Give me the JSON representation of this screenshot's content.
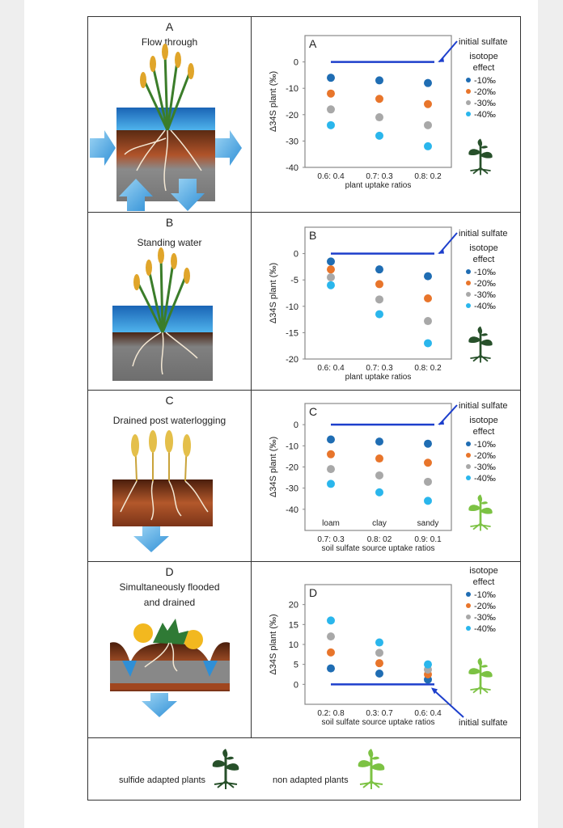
{
  "panels": [
    {
      "id": "A",
      "title": "Flow through",
      "title2": ""
    },
    {
      "id": "B",
      "title": "Standing water",
      "title2": ""
    },
    {
      "id": "C",
      "title": "Drained post waterlogging",
      "title2": ""
    },
    {
      "id": "D",
      "title": "Simultaneously flooded",
      "title2": "and drained"
    }
  ],
  "legend_row": {
    "adapted": "sulfide adapted plants",
    "non_adapted": "non adapted  plants"
  },
  "colors": {
    "s10": "#1f6db3",
    "s20": "#e8752b",
    "s30": "#a8a8a8",
    "s40": "#2ab6ec",
    "line": "#1d3fcc",
    "adapted": "#27502a",
    "non_adapted": "#7cc243"
  },
  "chart_data": [
    {
      "type": "scatter",
      "panel_label": "A",
      "ylabel": "Δ34S plant (‰)",
      "xlabel": "plant uptake ratios",
      "categories": [
        "0.6: 0.4",
        "0.7: 0.3",
        "0.8: 0.2"
      ],
      "sub_categories": [],
      "ylim": [
        -40,
        10
      ],
      "yticks": [
        0,
        -10,
        -20,
        -30,
        -40
      ],
      "initial_sulfate": 0,
      "annotation": "initial sulfate",
      "legend_title": [
        "isotope",
        "effect"
      ],
      "plant": "adapted",
      "series": [
        {
          "name": "-10‰",
          "values": [
            -6,
            -7,
            -8
          ]
        },
        {
          "name": "-20‰",
          "values": [
            -12,
            -14,
            -16
          ]
        },
        {
          "name": "-30‰",
          "values": [
            -18,
            -21,
            -24
          ]
        },
        {
          "name": "-40‰",
          "values": [
            -24,
            -28,
            -32
          ]
        }
      ]
    },
    {
      "type": "scatter",
      "panel_label": "B",
      "ylabel": "Δ34S plant (‰)",
      "xlabel": "plant uptake ratios",
      "categories": [
        "0.6: 0.4",
        "0.7: 0.3",
        "0.8: 0.2"
      ],
      "sub_categories": [],
      "ylim": [
        -20,
        5
      ],
      "yticks": [
        0,
        -5,
        -10,
        -15,
        -20
      ],
      "initial_sulfate": 0,
      "annotation": "initial sulfate",
      "legend_title": [
        "isotope",
        "effect"
      ],
      "plant": "adapted",
      "series": [
        {
          "name": "-10‰",
          "values": [
            -1.5,
            -3,
            -4.3
          ]
        },
        {
          "name": "-20‰",
          "values": [
            -3,
            -5.8,
            -8.5
          ]
        },
        {
          "name": "-30‰",
          "values": [
            -4.5,
            -8.7,
            -12.8
          ]
        },
        {
          "name": "-40‰",
          "values": [
            -6,
            -11.5,
            -17
          ]
        }
      ]
    },
    {
      "type": "scatter",
      "panel_label": "C",
      "ylabel": "Δ34S plant (‰)",
      "xlabel": "soil sulfate source uptake ratios",
      "categories": [
        "0.7: 0.3",
        "0.8: 02",
        "0.9: 0.1"
      ],
      "sub_categories": [
        "loam",
        "clay",
        "sandy"
      ],
      "ylim": [
        -50,
        10
      ],
      "yticks": [
        0,
        -10,
        -20,
        -30,
        -40
      ],
      "initial_sulfate": 0,
      "annotation": "initial sulfate",
      "legend_title": [
        "isotope",
        "effect"
      ],
      "plant": "non_adapted",
      "series": [
        {
          "name": "-10‰",
          "values": [
            -7,
            -8,
            -9
          ]
        },
        {
          "name": "-20‰",
          "values": [
            -14,
            -16,
            -18
          ]
        },
        {
          "name": "-30‰",
          "values": [
            -21,
            -24,
            -27
          ]
        },
        {
          "name": "-40‰",
          "values": [
            -28,
            -32,
            -36
          ]
        }
      ]
    },
    {
      "type": "scatter",
      "panel_label": "D",
      "ylabel": "Δ34S plant (‰)",
      "xlabel": "soil sulfate source uptake ratios",
      "categories": [
        "0.2: 0.8",
        "0.3: 0.7",
        "0.6: 0.4"
      ],
      "sub_categories": [],
      "ylim": [
        -5,
        25
      ],
      "yticks": [
        0,
        5,
        10,
        15,
        20
      ],
      "initial_sulfate": 0,
      "annotation": "initial sulfate",
      "legend_title": [
        "isotope",
        "effect"
      ],
      "plant": "non_adapted",
      "series": [
        {
          "name": "-10‰",
          "values": [
            4,
            2.7,
            1.2
          ]
        },
        {
          "name": "-20‰",
          "values": [
            8,
            5.3,
            2.5
          ]
        },
        {
          "name": "-30‰",
          "values": [
            12,
            7.9,
            3.7
          ]
        },
        {
          "name": "-40‰",
          "values": [
            16,
            10.5,
            5
          ]
        }
      ]
    }
  ]
}
